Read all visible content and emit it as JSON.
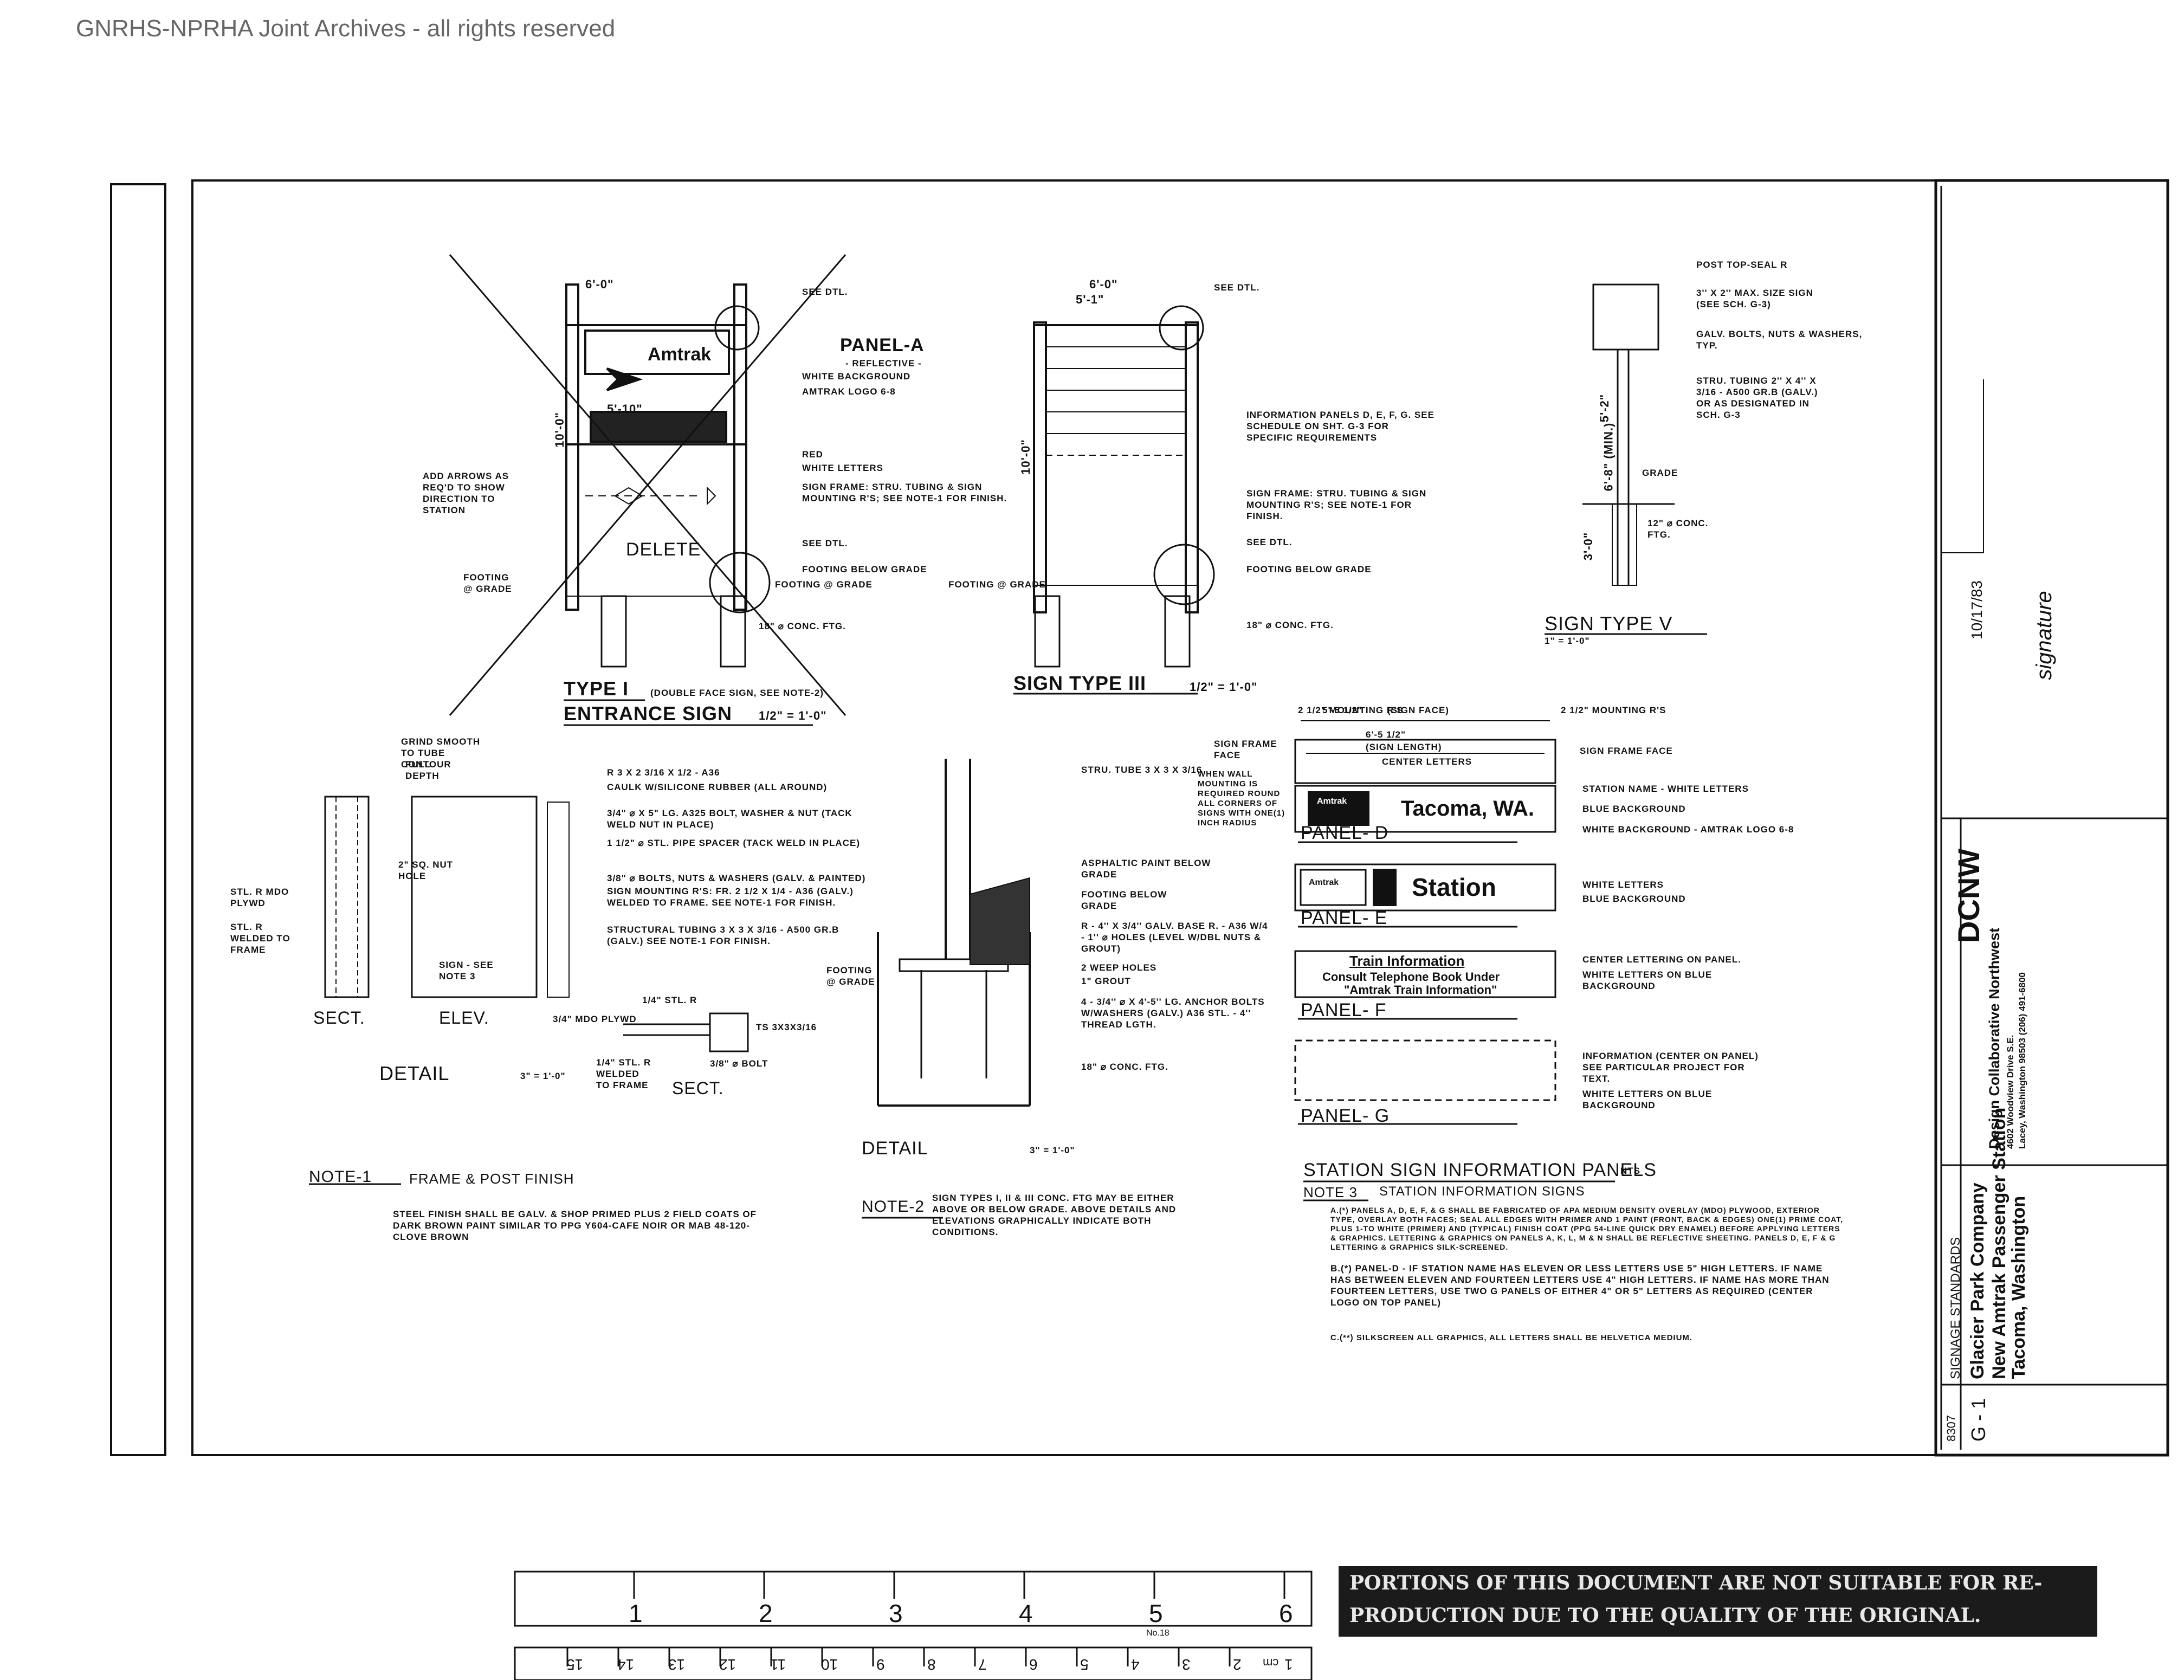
{
  "header": {
    "watermark": "GNRHS-NPRHA Joint Archives - all rights reserved"
  },
  "type1": {
    "title": "TYPE I",
    "subtitle": "ENTRANCE SIGN",
    "note": "(DOUBLE FACE SIGN, SEE NOTE-2)",
    "scale": "1/2\" = 1'-0\"",
    "delete": "DELETE",
    "amtrak": "Amtrak",
    "panel_a": "PANEL-A",
    "callouts": [
      "SEE DTL.",
      "- REFLECTIVE -",
      "WHITE BACKGROUND",
      "AMTRAK LOGO 6-8",
      "RED",
      "WHITE LETTERS",
      "SIGN FRAME: STRU. TUBING & SIGN MOUNTING R'S; SEE NOTE-1 FOR FINISH.",
      "SEE DTL.",
      "FOOTING BELOW GRADE",
      "FOOTING @ GRADE",
      "18\" ⌀ CONC. FTG."
    ],
    "left_note": "ADD ARROWS AS REQ'D TO SHOW DIRECTION TO STATION",
    "footing": "FOOTING @ GRADE",
    "dims": [
      "6'-0\"",
      "5'-10\"",
      "10'-0\""
    ]
  },
  "type3": {
    "title": "SIGN TYPE III",
    "scale": "1/2\" = 1'-0\"",
    "callouts": [
      "SEE DTL.",
      "INFORMATION PANELS D, E, F, G. SEE SCHEDULE ON SHT. G-3 FOR SPECIFIC REQUIREMENTS",
      "SIGN FRAME: STRU. TUBING & SIGN MOUNTING R'S; SEE NOTE-1 FOR FINISH.",
      "SEE DTL.",
      "FOOTING BELOW GRADE",
      "FOOTING @ GRADE",
      "18\" ⌀ CONC. FTG."
    ],
    "dims": [
      "6'-0\"",
      "5'-1\"",
      "10'-0\""
    ]
  },
  "type5": {
    "title": "SIGN TYPE V",
    "scale": "1\" = 1'-0\"",
    "callouts": [
      "POST TOP-SEAL R",
      "3'' x 2'' MAX. SIZE SIGN (SEE SCH. G-3)",
      "GALV. BOLTS, NUTS & WASHERS, TYP.",
      "STRU. TUBING 2'' x 4'' x 3/16 - A500 GR.B (GALV.) OR AS DESIGNATED IN SCH. G-3",
      "GRADE",
      "12\" ⌀ CONC. FTG."
    ],
    "dims": [
      "5'-2\"",
      "6'-8\" (MIN.)",
      "3'-0\""
    ]
  },
  "detail1": {
    "sect_a": "SECT.",
    "elev": "ELEV.",
    "sect_b": "SECT.",
    "title": "DETAIL",
    "scale": "3\" = 1'-0\"",
    "callouts": [
      "GRIND SMOOTH TO TUBE CONTOUR",
      "FULL DEPTH",
      "R 3 x 2 3/16 x 1/2 - A36",
      "CAULK W/SILICONE RUBBER (ALL AROUND)",
      "3/4\" ⌀ x 5\" LG. A325 BOLT, WASHER & NUT (TACK WELD NUT IN PLACE)",
      "1 1/2\" ⌀ STL. PIPE SPACER (TACK WELD IN PLACE)",
      "2\" SQ. NUT HOLE",
      "3/8\" ⌀ BOLTS, NUTS & WASHERS (GALV. & PAINTED)",
      "SIGN MOUNTING R'S: FR. 2 1/2 x 1/4 - A36 (GALV.) WELDED TO FRAME. SEE NOTE-1 FOR FINISH.",
      "STRUCTURAL TUBING 3 x 3 x 3/16 - A500 GR.B (GALV.) SEE NOTE-1 FOR FINISH.",
      "STL. R MDO PLYWD",
      "STL. R WELDED TO FRAME",
      "SIGN - SEE NOTE 3",
      "3/4\" MDO PLYWD",
      "1/4\" STL. R",
      "1/4\" STL. R WELDED TO FRAME",
      "3/8\" ⌀ BOLT",
      "TS 3x3x3/16"
    ]
  },
  "detail2": {
    "title": "DETAIL",
    "scale": "3\" = 1'-0\"",
    "callouts": [
      "STRU. TUBE 3 x 3 x 3/16",
      "ASPHALTIC PAINT BELOW GRADE",
      "FOOTING BELOW GRADE",
      "R - 4'' x 3/4'' GALV. BASE R. - A36 W/4 - 1'' ⌀ HOLES (LEVEL W/DBL NUTS & GROUT)",
      "2 WEEP HOLES",
      "1\" GROUT",
      "4 - 3/4'' ⌀ x 4'-5'' LG. ANCHOR BOLTS W/WASHERS (GALV.) A36 STL. - 4'' THREAD LGTH.",
      "18\" ⌀ CONC. FTG.",
      "FOOTING @ GRADE"
    ]
  },
  "panels": {
    "title": "STATION SIGN INFORMATION PANELS",
    "nts": "NTS",
    "dims": [
      "5'-5 1/2\"",
      "(SIGN FACE)",
      "6'-5 1/2\"",
      "(SIGN LENGTH)",
      "CENTER LETTERS"
    ],
    "top_callouts": [
      "2 1/2\" MOUNTING R'S",
      "SIGN FRAME FACE",
      "SIGN FRAME FACE",
      "WHEN WALL MOUNTING IS REQUIRED ROUND ALL CORNERS OF SIGNS WITH ONE(1) INCH RADIUS"
    ],
    "panel_d": {
      "label": "PANEL- D",
      "text": "Tacoma, WA.",
      "logo": "Amtrak",
      "callouts": [
        "STATION NAME - WHITE LETTERS",
        "BLUE BACKGROUND",
        "WHITE BACKGROUND - AMTRAK LOGO 6-8"
      ]
    },
    "panel_e": {
      "label": "PANEL- E",
      "text": "Station",
      "logo": "Amtrak",
      "callouts": [
        "WHITE LETTERS",
        "BLUE BACKGROUND"
      ]
    },
    "panel_f": {
      "label": "PANEL- F",
      "line1": "Train Information",
      "line2": "Consult Telephone Book Under",
      "line3": "\"Amtrak Train Information\"",
      "callouts": [
        "CENTER LETTERING ON PANEL.",
        "WHITE LETTERS ON BLUE BACKGROUND"
      ]
    },
    "panel_g": {
      "label": "PANEL- G",
      "callouts": [
        "INFORMATION (CENTER ON PANEL) SEE PARTICULAR PROJECT FOR TEXT.",
        "WHITE LETTERS ON BLUE BACKGROUND"
      ]
    }
  },
  "notes": {
    "note1_title": "NOTE-1",
    "note1_heading": "FRAME & POST FINISH",
    "note1_text": "STEEL FINISH SHALL BE GALV. & SHOP PRIMED PLUS 2 FIELD COATS OF DARK BROWN PAINT SIMILAR TO PPG Y604-CAFE NOIR OR MAB 48-120-CLOVE BROWN",
    "note2_title": "NOTE-2",
    "note2_text": "SIGN TYPES I, II & III CONC. FTG MAY BE EITHER ABOVE OR BELOW GRADE. ABOVE DETAILS AND ELEVATIONS GRAPHICALLY INDICATE BOTH CONDITIONS.",
    "note3_title": "NOTE 3",
    "note3_heading": "STATION INFORMATION SIGNS",
    "note3_a": "A.(*) PANELS A, D, E, F, & G SHALL BE FABRICATED OF APA MEDIUM DENSITY OVERLAY (MDO) PLYWOOD, EXTERIOR TYPE, OVERLAY BOTH FACES; SEAL ALL EDGES WITH PRIMER AND 1 PAINT (FRONT, BACK & EDGES) ONE(1) PRIME COAT, PLUS 1-TO WHITE (PRIMER) AND (TYPICAL) FINISH COAT (PPG 54-LINE QUICK DRY ENAMEL) BEFORE APPLYING LETTERS & GRAPHICS. LETTERING & GRAPHICS ON PANELS A, K, L, M & N SHALL BE REFLECTIVE SHEETING. PANELS D, E, F & G LETTERING & GRAPHICS SILK-SCREENED.",
    "note3_b": "B.(*) PANEL-D - IF STATION NAME HAS ELEVEN OR LESS LETTERS USE 5\" HIGH LETTERS. IF NAME HAS BETWEEN ELEVEN AND FOURTEEN LETTERS USE 4\" HIGH LETTERS. IF NAME HAS MORE THAN FOURTEEN LETTERS, USE TWO G PANELS OF EITHER 4\" OR 5\" LETTERS AS REQUIRED (CENTER LOGO ON TOP PANEL)",
    "note3_c": "C.(**) SILKSCREEN ALL GRAPHICS, ALL LETTERS SHALL BE HELVETICA MEDIUM."
  },
  "titleblock": {
    "firm": "DCNW",
    "firm_name": "Design Collaborative Northwest",
    "address": "4602 Woodview Drive S.E.",
    "city": "Lacey, Washington 98503 (206) 491-6800",
    "date": "10/17/83",
    "signature": "signature",
    "section": "SIGNAGE STANDARDS",
    "client": "Glacier Park Company",
    "project": "New Amtrak Passenger Station",
    "location": "Tacoma, Washington",
    "job": "8307",
    "sheet": "G - 1"
  },
  "ruler": {
    "inches": [
      "1",
      "2",
      "3",
      "4",
      "5",
      "6"
    ],
    "cm": [
      "1",
      "cm",
      "2",
      "3",
      "4",
      "5",
      "6",
      "7",
      "8",
      "9",
      "10",
      "11",
      "12",
      "13",
      "14",
      "15"
    ],
    "brand": "No.18"
  },
  "stamp": {
    "line1": "PORTIONS OF THIS DOCUMENT ARE NOT SUITABLE FOR RE-",
    "line2": "PRODUCTION DUE TO THE QUALITY OF THE ORIGINAL."
  }
}
